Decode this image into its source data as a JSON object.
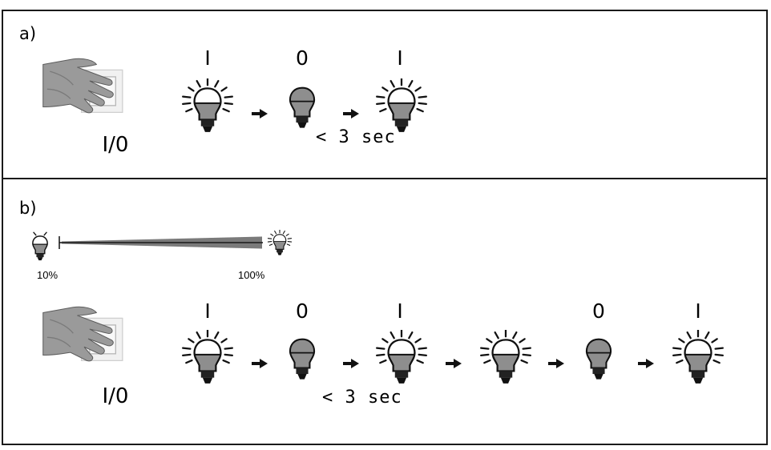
{
  "panel_a": {
    "label": "a)",
    "switch_label": "I/0",
    "sequence": [
      {
        "state": "I",
        "bulb": "bulb-on-icon"
      },
      {
        "state": "0",
        "bulb": "bulb-off-icon"
      },
      {
        "state": "I",
        "bulb": "bulb-on-icon"
      }
    ],
    "time_label": "< 3 sec"
  },
  "panel_b": {
    "label": "b)",
    "dim_min": "10%",
    "dim_max": "100%",
    "switch_label": "I/0",
    "sequence": [
      {
        "state": "I",
        "bulb": "bulb-on-icon"
      },
      {
        "state": "0",
        "bulb": "bulb-off-icon"
      },
      {
        "state": "I",
        "bulb": "bulb-on-icon"
      },
      {
        "state": "",
        "bulb": "bulb-on-icon"
      },
      {
        "state": "0",
        "bulb": "bulb-off-icon"
      },
      {
        "state": "I",
        "bulb": "bulb-on-icon"
      }
    ],
    "time_label": "< 3 sec"
  }
}
